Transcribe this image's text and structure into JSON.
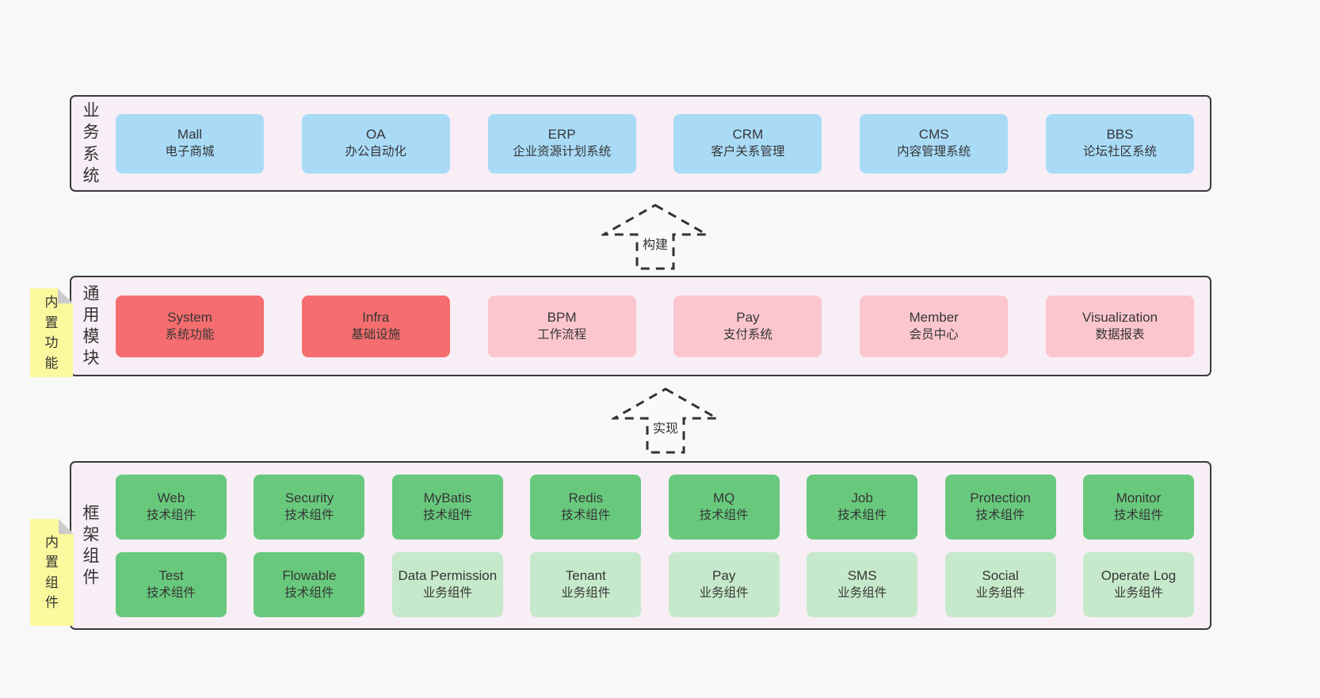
{
  "colors": {
    "page_bg": "#f8f8f8",
    "panel_bg": "#f8eef6",
    "panel_border": "#3a3a3a",
    "blue": "#a9dbf7",
    "red": "#f56d6e",
    "pink": "#fcc6ce",
    "green": "#68c97d",
    "light_green": "#c6e9cb",
    "sticky_yellow": "#fbf99e",
    "sticky_fold": "#cbcbcb",
    "text": "#363636"
  },
  "arrows": [
    {
      "label": "构建"
    },
    {
      "label": "实现"
    }
  ],
  "sections": [
    {
      "name": "business-systems",
      "side_label": "业务系统",
      "sticky": null,
      "rows": [
        [
          {
            "en": "Mall",
            "zh": "电子商城",
            "variant": "blue"
          },
          {
            "en": "OA",
            "zh": "办公自动化",
            "variant": "blue"
          },
          {
            "en": "ERP",
            "zh": "企业资源计划系统",
            "variant": "blue"
          },
          {
            "en": "CRM",
            "zh": "客户关系管理",
            "variant": "blue"
          },
          {
            "en": "CMS",
            "zh": "内容管理系统",
            "variant": "blue"
          },
          {
            "en": "BBS",
            "zh": "论坛社区系统",
            "variant": "blue"
          }
        ]
      ]
    },
    {
      "name": "common-modules",
      "side_label": "通用模块",
      "sticky": "内置功能",
      "rows": [
        [
          {
            "en": "System",
            "zh": "系统功能",
            "variant": "red"
          },
          {
            "en": "Infra",
            "zh": "基础设施",
            "variant": "red"
          },
          {
            "en": "BPM",
            "zh": "工作流程",
            "variant": "pink"
          },
          {
            "en": "Pay",
            "zh": "支付系统",
            "variant": "pink"
          },
          {
            "en": "Member",
            "zh": "会员中心",
            "variant": "pink"
          },
          {
            "en": "Visualization",
            "zh": "数据报表",
            "variant": "pink"
          }
        ]
      ]
    },
    {
      "name": "framework-components",
      "side_label": "框架组件",
      "sticky": "内置组件",
      "rows": [
        [
          {
            "en": "Web",
            "zh": "技术组件",
            "variant": "green"
          },
          {
            "en": "Security",
            "zh": "技术组件",
            "variant": "green"
          },
          {
            "en": "MyBatis",
            "zh": "技术组件",
            "variant": "green"
          },
          {
            "en": "Redis",
            "zh": "技术组件",
            "variant": "green"
          },
          {
            "en": "MQ",
            "zh": "技术组件",
            "variant": "green"
          },
          {
            "en": "Job",
            "zh": "技术组件",
            "variant": "green"
          },
          {
            "en": "Protection",
            "zh": "技术组件",
            "variant": "green"
          },
          {
            "en": "Monitor",
            "zh": "技术组件",
            "variant": "green"
          }
        ],
        [
          {
            "en": "Test",
            "zh": "技术组件",
            "variant": "green"
          },
          {
            "en": "Flowable",
            "zh": "技术组件",
            "variant": "green"
          },
          {
            "en": "Data Permission",
            "zh": "业务组件",
            "variant": "light_green"
          },
          {
            "en": "Tenant",
            "zh": "业务组件",
            "variant": "light_green"
          },
          {
            "en": "Pay",
            "zh": "业务组件",
            "variant": "light_green"
          },
          {
            "en": "SMS",
            "zh": "业务组件",
            "variant": "light_green"
          },
          {
            "en": "Social",
            "zh": "业务组件",
            "variant": "light_green"
          },
          {
            "en": "Operate Log",
            "zh": "业务组件",
            "variant": "light_green"
          }
        ]
      ]
    }
  ]
}
